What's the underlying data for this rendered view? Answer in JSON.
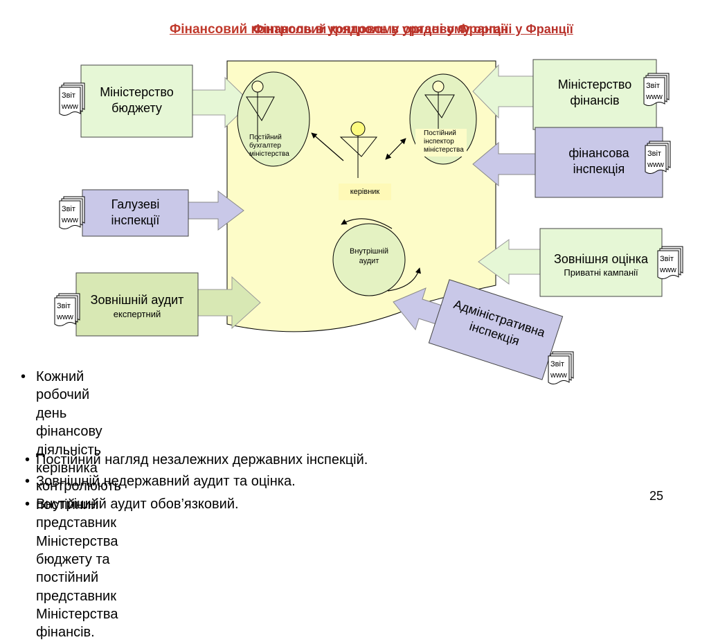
{
  "slide": {
    "title_overlap_a": "Фінансовий контроль в урядовому органі у Франції",
    "title_overlap_b": "Фінансовий контроль в урядовому органі у Франції",
    "page_number": "25"
  },
  "diagram": {
    "ministry_budget": "Міністерство\nбюджету",
    "ministry_finance": "Міністерство\nфінансів",
    "finance_inspection": "фінансова\nінспекція",
    "branch_inspections": "Галузеві\nінспекції",
    "external_assessment": "Зовнішня оцінка",
    "external_assessment_sub": "Приватні кампанії",
    "external_audit": "Зовнішній аудит",
    "external_audit_sub": "експертний",
    "administrative_inspection": "Адміністративна\nінспекція",
    "permanent_accountant": "Постійний\nбухгалтер\nміністерства",
    "permanent_inspector": "Постійний\nінспектор\nміністерства",
    "manager": "керівник",
    "internal_audit": "Внутрішній\nаудит",
    "report_label": "Звіт",
    "report_sub": "www"
  },
  "bullets": [
    "Кожний робочий день фінансову діяльність\nкерівника контролюють постійний представник\nМіністерства бюджету та постійний представник\nМіністерства фінансів.",
    "Постійний нагляд незалежних державних інспекцій.",
    "Зовнішній недержавний аудит та оцінка.",
    "Внутрішній аудит обов’язковий."
  ],
  "colors": {
    "title": "#c0392b",
    "pale_green": "#e6f7d6",
    "lavender": "#c9c8e8",
    "olive_green": "#d8e8b4",
    "pale_yellow": "#fdfcc8",
    "oval_green": "#e4f2c2",
    "label_yellow": "#fef9b7"
  }
}
